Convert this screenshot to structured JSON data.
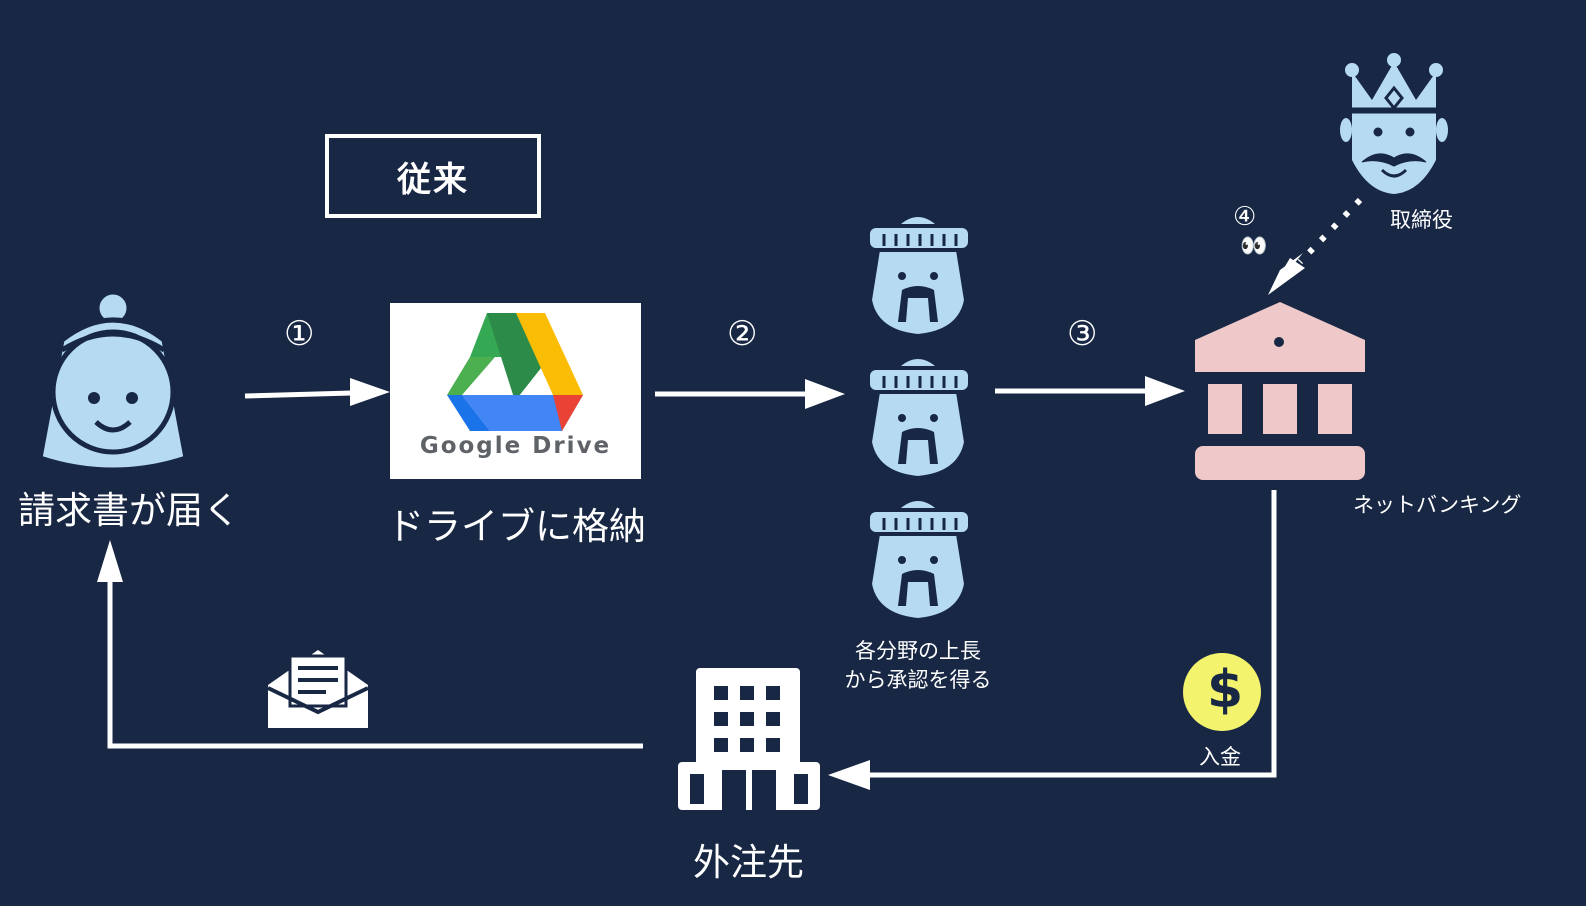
{
  "title": "従来",
  "steps": {
    "s1": "①",
    "s2": "②",
    "s3": "③",
    "s4": "④"
  },
  "labels": {
    "invoice_arrives": "請求書が届く",
    "store_in_drive": "ドライブに格納",
    "gdrive_logo_text": "Google Drive",
    "approval_line1": "各分野の上長",
    "approval_line2": "から承認を得る",
    "net_banking": "ネットバンキング",
    "director": "取締役",
    "payment": "入金",
    "contractor": "外注先"
  },
  "eyes_emoji": "👀",
  "dollar_sign": "$",
  "colors": {
    "background": "#172744",
    "person_fill": "#b5daf2",
    "bank_fill": "#efc9c9",
    "coin_fill": "#f4f36d",
    "line": "#ffffff"
  },
  "icons": [
    "person-icon",
    "google-drive-icon",
    "manager-icon",
    "bank-icon",
    "king-icon",
    "envelope-icon",
    "building-icon",
    "coin-icon"
  ]
}
